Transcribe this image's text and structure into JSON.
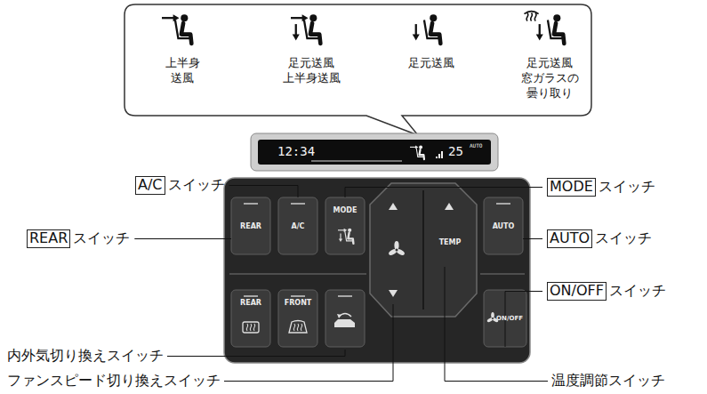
{
  "diagram": {
    "nodes": [
      {
        "text": [
          "上半身 送風",
          "足元送風 上半身送風",
          "足元送風",
          "足元送風 窓ガラスの 曇り取り"
        ]
      },
      {
        "text": [
          "12:34",
          "25",
          "AUTO"
        ]
      },
      {
        "text": [
          "A/C",
          "スイッチ"
        ]
      },
      {
        "text": [
          "MODE",
          "スイッチ"
        ]
      },
      {
        "text": [
          "REAR",
          "スイッチ"
        ]
      },
      {
        "text": [
          "AUTO",
          "スイッチ"
        ]
      },
      {
        "text": [
          "ON/OFF",
          "スイッチ"
        ]
      },
      {
        "text": [
          "REAR"
        ]
      },
      {
        "text": [
          "A/C"
        ]
      },
      {
        "text": [
          "MODE"
        ]
      },
      {
        "text": [
          "TEMP"
        ]
      },
      {
        "text": [
          "AUTO"
        ]
      },
      {
        "text": [
          "REAR"
        ]
      },
      {
        "text": [
          "FRONT"
        ]
      },
      {
        "text": [
          "ON/OFF"
        ]
      }
    ],
    "edges": [
      {
        "from": 2,
        "to": 8,
        "arrow": "none"
      },
      {
        "from": 4,
        "to": 7,
        "arrow": "none"
      },
      {
        "from": 3,
        "to": 9,
        "arrow": "none"
      },
      {
        "from": 5,
        "to": 11,
        "arrow": "none"
      },
      {
        "from": 6,
        "to": 14,
        "arrow": "none"
      }
    ],
    "labels": [
      "内外気切り換えスイッチ",
      "ファンスピード切り換えスイッチ",
      "温度調節スイッチ"
    ]
  }
}
